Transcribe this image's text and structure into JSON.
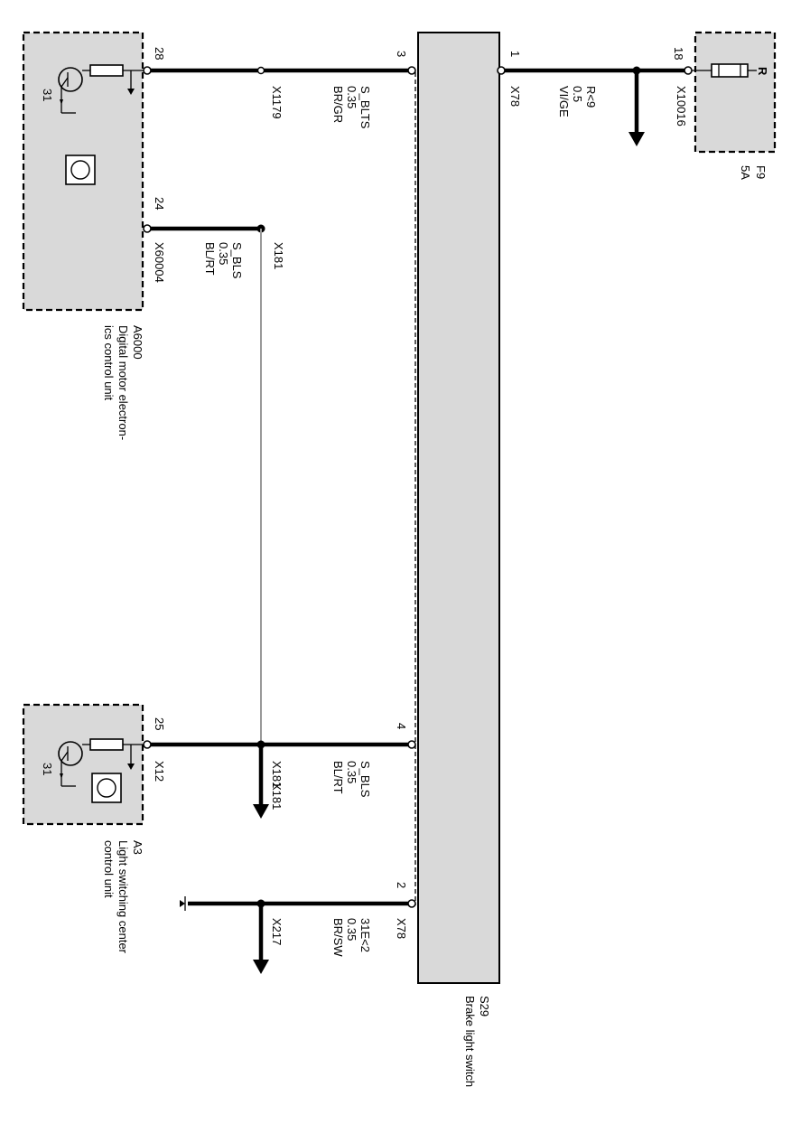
{
  "s29": {
    "ref": "S29",
    "name": "Brake light switch",
    "pin1": "1",
    "pin2": "2",
    "pin3": "3",
    "pin4": "4"
  },
  "a6000": {
    "ref": "A6000",
    "name_line1": "Digital motor electron-",
    "name_line2": "ics control unit",
    "pin28": "28",
    "pin24": "24",
    "ground": "31",
    "conn": "X60004"
  },
  "a3": {
    "ref": "A3",
    "name_line1": "Light switching center",
    "name_line2": "control unit",
    "pin25": "25",
    "ground": "31",
    "conn": "X12"
  },
  "f9": {
    "ref": "F9",
    "rating": "5A",
    "pin": "18",
    "terminal": "R",
    "conn": "X10016"
  },
  "wires": {
    "w1": {
      "signal": "R<9",
      "size": "0.5",
      "color": "VI/GE",
      "conn": "X78"
    },
    "w3": {
      "signal": "S_BLTS",
      "size": "0.35",
      "color": "BR/GR",
      "conn": "X1179"
    },
    "w24": {
      "signal": "S_BLS",
      "size": "0.35",
      "color": "BL/RT",
      "conn": "X181"
    },
    "w4": {
      "signal": "S_BLS",
      "size": "0.35",
      "color": "BL/RT",
      "conn": "X181",
      "conn_bottom": "X181"
    },
    "w2": {
      "signal": "31E<2",
      "size": "0.35",
      "color": "BR/SW",
      "conn": "X78",
      "conn_bottom": "X217"
    }
  }
}
